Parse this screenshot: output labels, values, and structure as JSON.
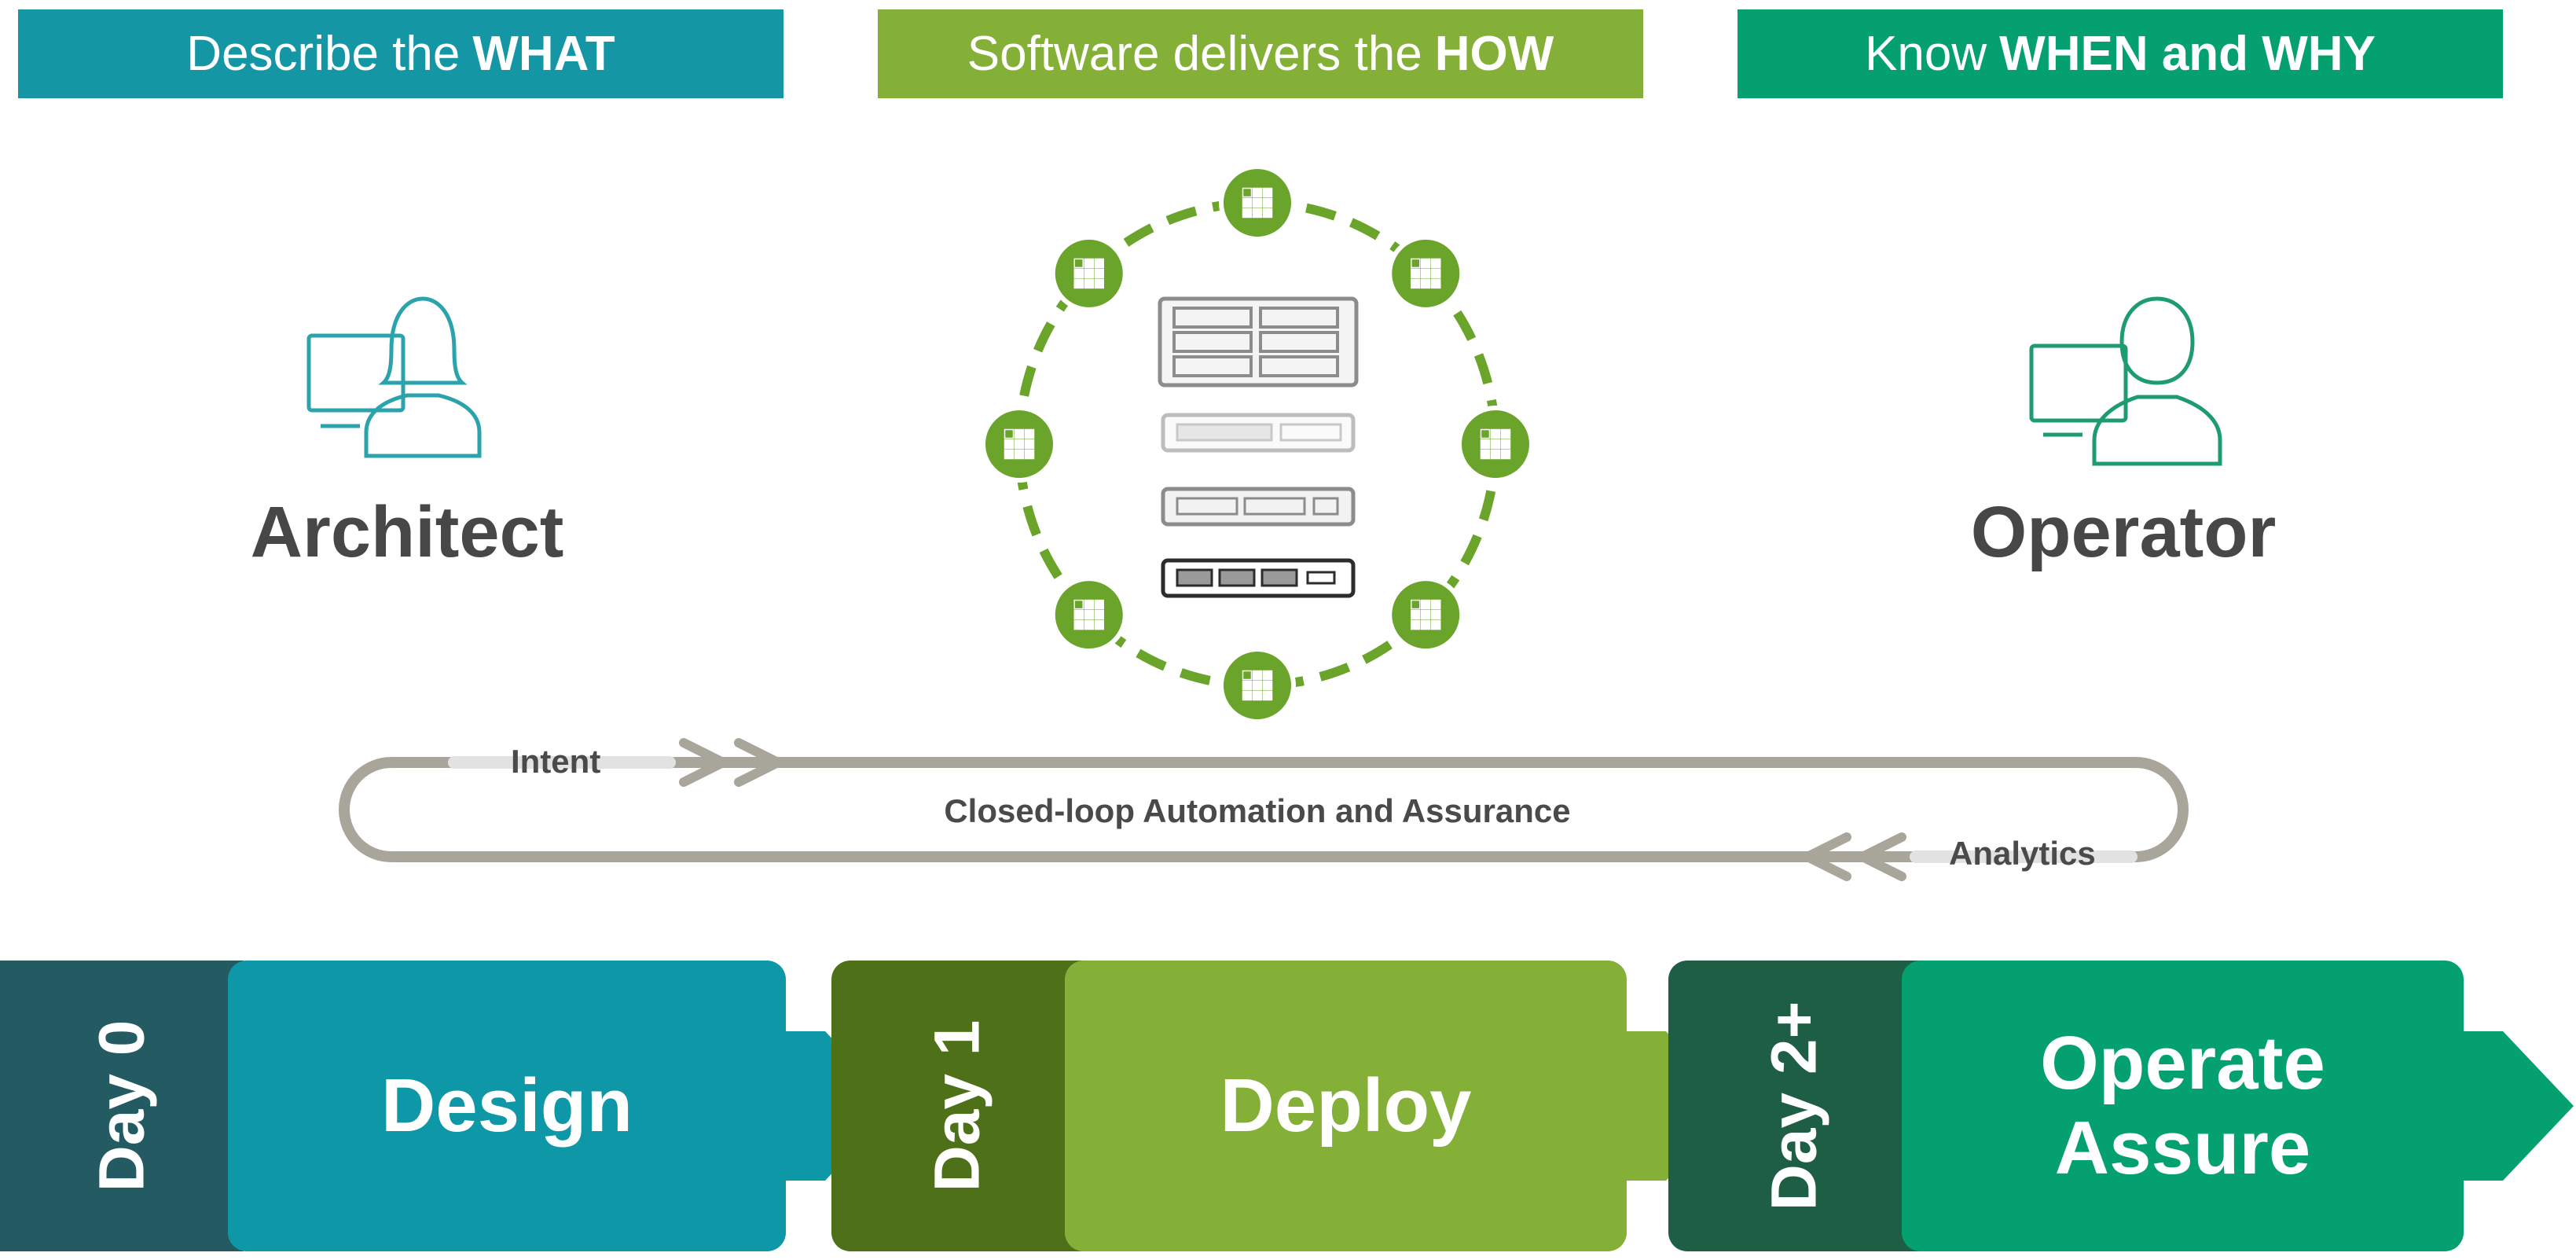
{
  "headers": [
    {
      "prefix": "Describe the",
      "emphasis": "WHAT",
      "color": "#1496a5"
    },
    {
      "prefix": "Software delivers the",
      "emphasis": "HOW",
      "color": "#84b038"
    },
    {
      "prefix": "Know",
      "emphasis": "WHEN and WHY",
      "color": "#04a06f"
    }
  ],
  "roles": {
    "architect": {
      "label": "Architect",
      "icon": "architect-person-icon"
    },
    "operator": {
      "label": "Operator",
      "icon": "operator-person-icon"
    }
  },
  "center": {
    "icon": "network-device-stack-icon",
    "orbit_icon": "software-module-icon",
    "orbit_count": 8,
    "accent": "#6aa42a"
  },
  "loop": {
    "intent_label": "Intent",
    "center_label": "Closed-loop Automation and Assurance",
    "analytics_label": "Analytics",
    "color": "#a8a59b"
  },
  "stages": [
    {
      "day": "Day 0",
      "title": "Design",
      "day_color": "#245a62",
      "color": "#0e97a6"
    },
    {
      "day": "Day 1",
      "title": "Deploy",
      "day_color": "#4d7018",
      "color": "#84b038"
    },
    {
      "day": "Day 2+",
      "title": "Operate\nAssure",
      "day_color": "#1e5e45",
      "color": "#04a06f"
    }
  ]
}
